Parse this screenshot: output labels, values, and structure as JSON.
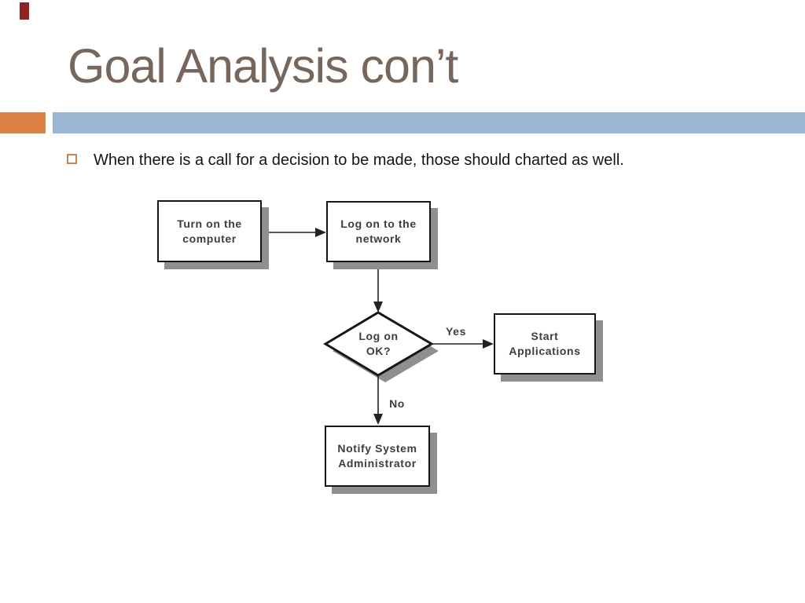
{
  "slide": {
    "title": "Goal Analysis con’t",
    "bullet": "When there is a call for a decision to be made, those should charted as well.",
    "colors": {
      "background": "#FFFFFF",
      "title_text": "#76665C",
      "accent_orange": "#DC8246",
      "accent_blue": "#9BB6D3",
      "bullet_marker": "#C9854F",
      "body_text": "#141414",
      "flow_text": "#3D3D3D",
      "flow_line": "#222222",
      "flow_border": "#151515",
      "flow_shadow": "#8F8F8F",
      "red_mark": "#8E2323"
    }
  },
  "flowchart": {
    "nodes": [
      {
        "id": "turn-on-computer",
        "type": "process",
        "label": "Turn on the\ncomputer"
      },
      {
        "id": "log-on-network",
        "type": "process",
        "label": "Log on to the\nnetwork"
      },
      {
        "id": "log-on-ok",
        "type": "decision",
        "label": "Log on\nOK?"
      },
      {
        "id": "start-applications",
        "type": "process",
        "label": "Start\nApplications"
      },
      {
        "id": "notify-system-administrator",
        "type": "process",
        "label": "Notify System\nAdministrator"
      }
    ],
    "edge_labels": {
      "yes": "Yes",
      "no": "No"
    }
  }
}
